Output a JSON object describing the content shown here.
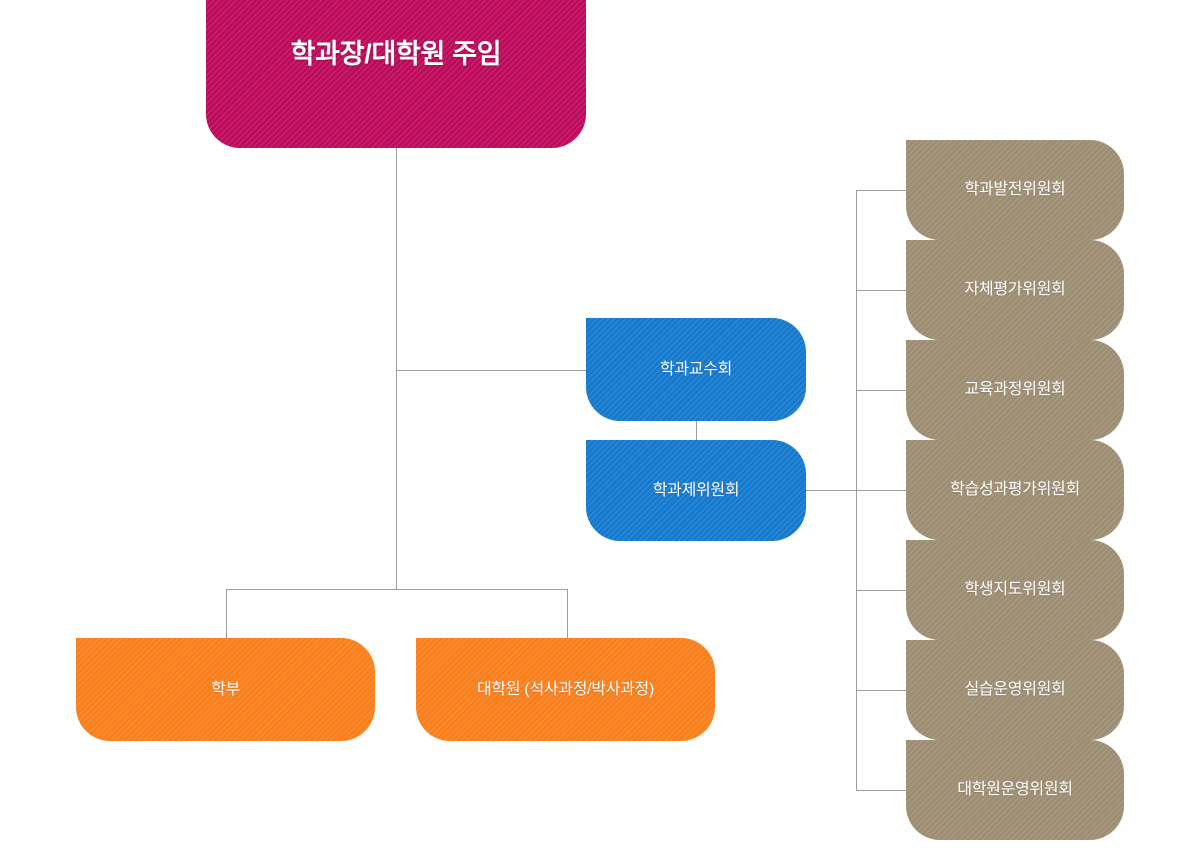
{
  "chart_data": {
    "type": "diagram",
    "title": "학과 조직도",
    "orientation": "top-down hierarchy with right-side committee column",
    "nodes": [
      {
        "id": "root",
        "label": "학과장/대학원 주임",
        "color": "#bd0a5a",
        "tier": 0
      },
      {
        "id": "faculty",
        "label": "학과교수회",
        "color": "#1579ce",
        "tier": 1
      },
      {
        "id": "committee",
        "label": "학과제위원회",
        "color": "#1579ce",
        "tier": 2
      },
      {
        "id": "undergrad",
        "label": "학부",
        "color": "#f87f1c",
        "tier": 1
      },
      {
        "id": "graduate",
        "label": "대학원 (석사과정/박사과정)",
        "color": "#f87f1c",
        "tier": 1
      },
      {
        "id": "com-0",
        "label": "학과발전위원회",
        "color": "#9d8d72",
        "tier": 3
      },
      {
        "id": "com-1",
        "label": "자체평가위원회",
        "color": "#9d8d72",
        "tier": 3
      },
      {
        "id": "com-2",
        "label": "교육과정위원회",
        "color": "#9d8d72",
        "tier": 3
      },
      {
        "id": "com-3",
        "label": "학습성과평가위원회",
        "color": "#9d8d72",
        "tier": 3
      },
      {
        "id": "com-4",
        "label": "학생지도위원회",
        "color": "#9d8d72",
        "tier": 3
      },
      {
        "id": "com-5",
        "label": "실습운영위원회",
        "color": "#9d8d72",
        "tier": 3
      },
      {
        "id": "com-6",
        "label": "대학원운영위원회",
        "color": "#9d8d72",
        "tier": 3
      }
    ],
    "edges": [
      {
        "from": "root",
        "to": "faculty"
      },
      {
        "from": "root",
        "to": "undergrad"
      },
      {
        "from": "root",
        "to": "graduate"
      },
      {
        "from": "faculty",
        "to": "committee"
      },
      {
        "from": "committee",
        "to": "com-0"
      },
      {
        "from": "committee",
        "to": "com-1"
      },
      {
        "from": "committee",
        "to": "com-2"
      },
      {
        "from": "committee",
        "to": "com-3"
      },
      {
        "from": "committee",
        "to": "com-4"
      },
      {
        "from": "committee",
        "to": "com-5"
      },
      {
        "from": "committee",
        "to": "com-6"
      }
    ]
  },
  "root": {
    "label": "학과장/대학원 주임"
  },
  "blue_nodes": [
    {
      "label": "학과교수회"
    },
    {
      "label": "학과제위원회"
    }
  ],
  "orange_nodes": [
    {
      "label": "학부"
    },
    {
      "label": "대학원 (석사과정/박사과정)"
    }
  ],
  "committees": [
    {
      "label": "학과발전위원회"
    },
    {
      "label": "자체평가위원회"
    },
    {
      "label": "교육과정위원회"
    },
    {
      "label": "학습성과평가위원회"
    },
    {
      "label": "학생지도위원회"
    },
    {
      "label": "실습운영위원회"
    },
    {
      "label": "대학원운영위원회"
    }
  ],
  "colors": {
    "root": "#bd0a5a",
    "blue": "#1579ce",
    "orange": "#f87f1c",
    "tan": "#9d8d72",
    "connector": "#9e9e9e",
    "background": "#ffffff",
    "text": "#ffffff"
  }
}
